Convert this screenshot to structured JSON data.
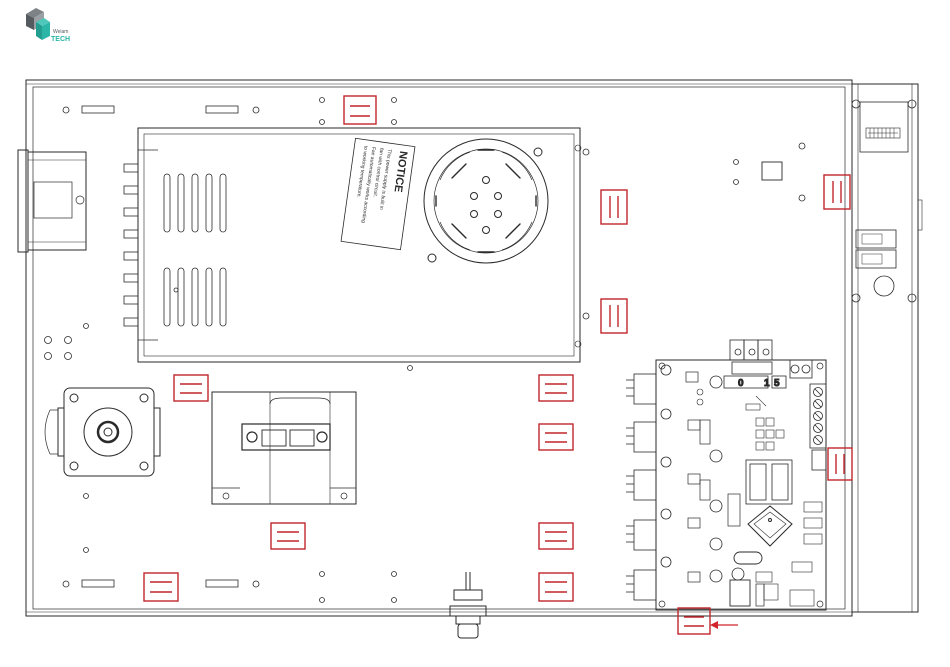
{
  "logo": {
    "line1": "Weiam",
    "line2": "TECH",
    "colors": {
      "dark": "#555a5e",
      "teal": "#2bb6a8"
    }
  },
  "psu_label": {
    "title": "NOTICE",
    "lines": [
      "This power supply is built in",
      "fan with control circuit.",
      "Fan automatically works according",
      "to working temperature."
    ]
  },
  "board_silkscreen": {
    "label_a": "5",
    "label_b": "1",
    "label_c": "0"
  },
  "colors": {
    "outline": "#2a2a2a",
    "marker": "#c0262c",
    "arrow": "#d2242a"
  },
  "icons": {
    "fan": "fan-grille-icon",
    "stepper": "stepper-motor-icon",
    "connector": "xt60-connector-icon"
  }
}
